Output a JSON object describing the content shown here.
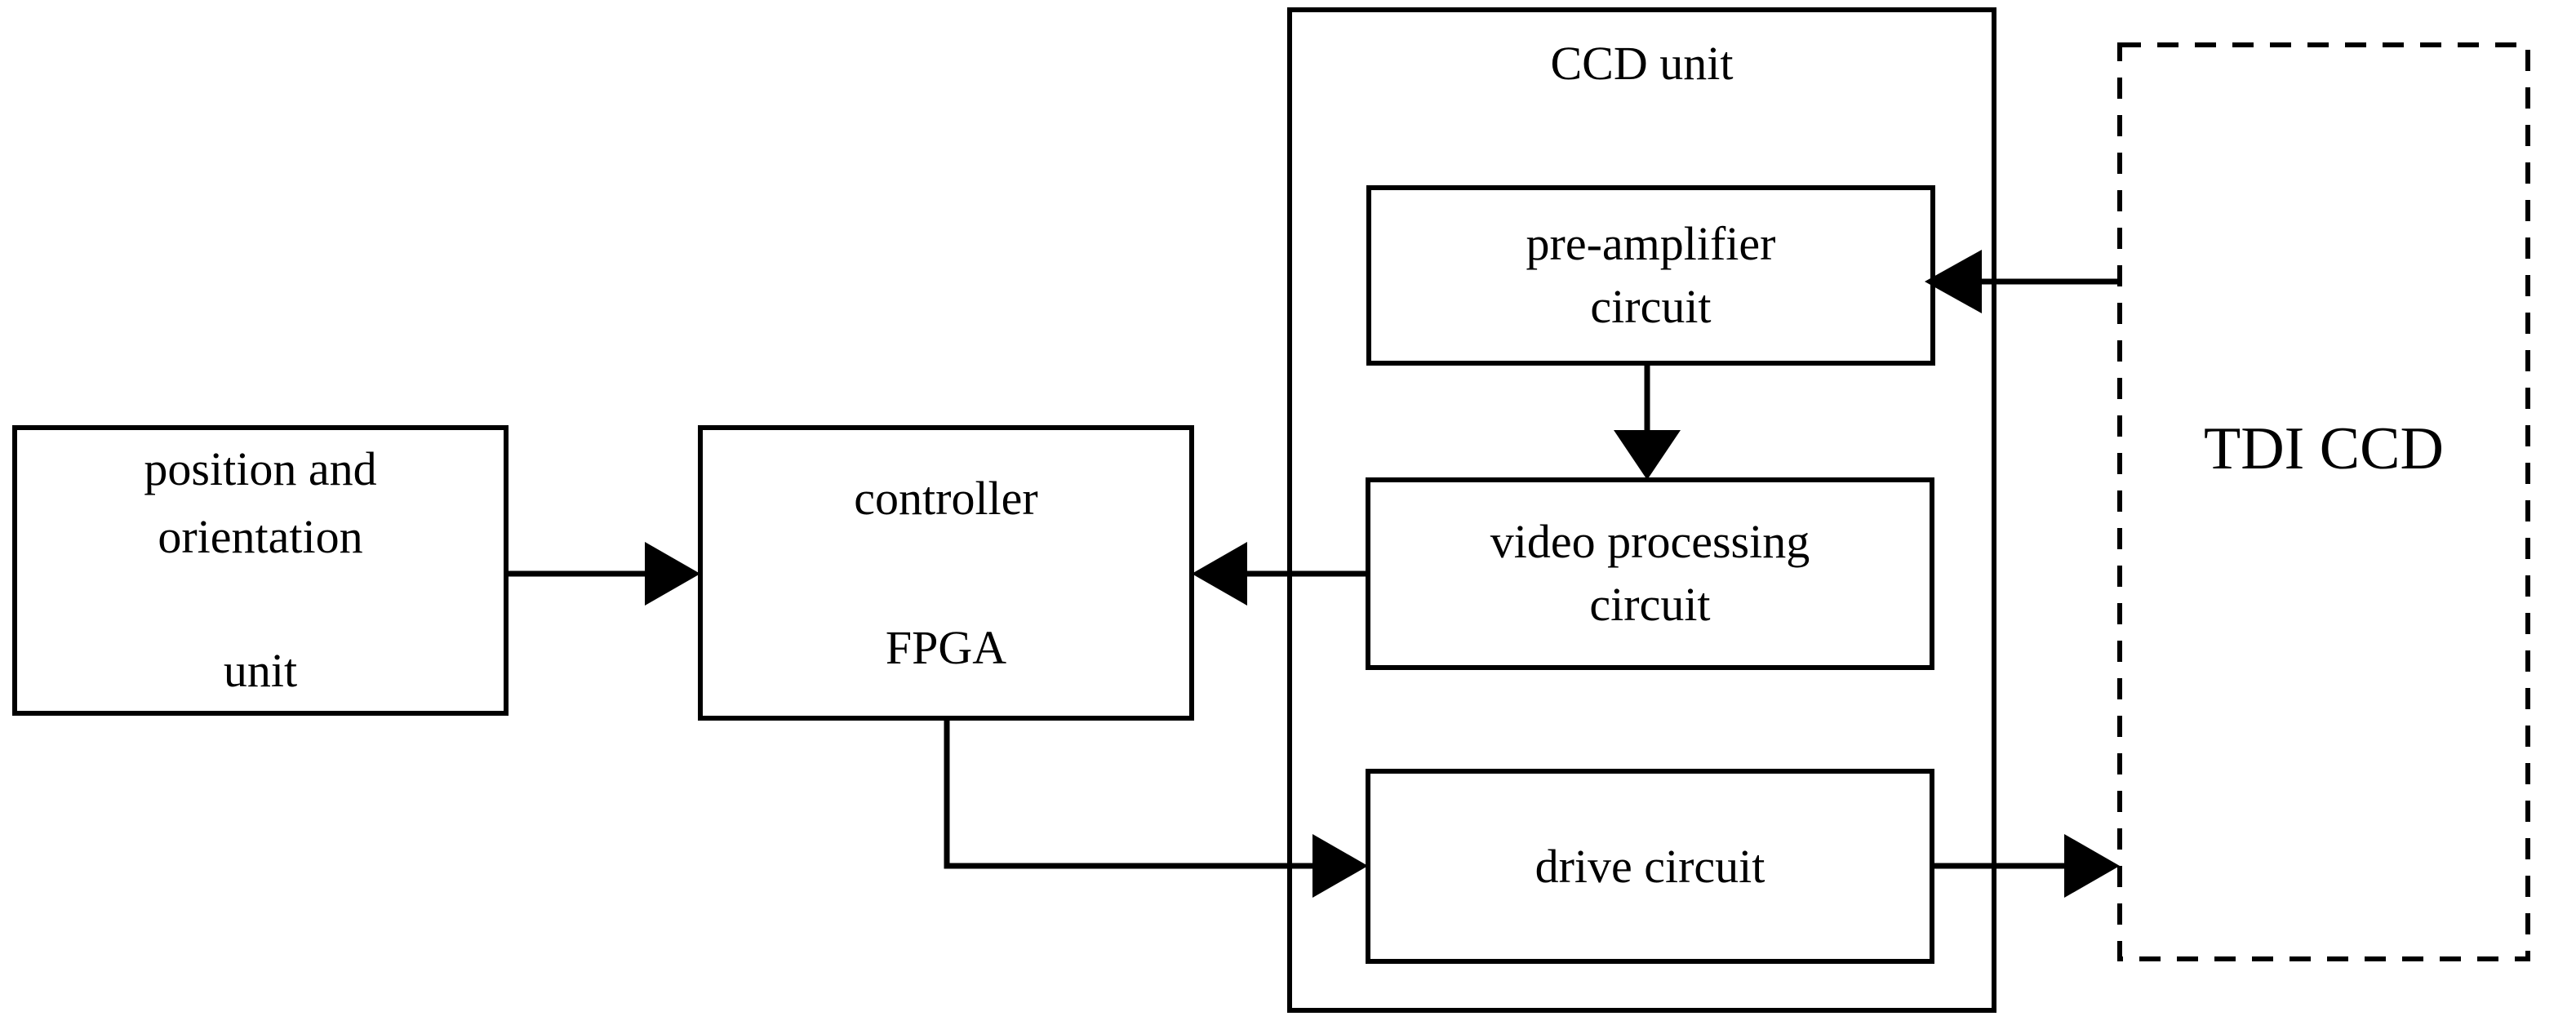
{
  "diagram": {
    "title": "TDI CCD imaging system block diagram",
    "background_color": "#ffffff",
    "stroke_color": "#000000",
    "nodes": [
      {
        "id": "position-and-orientation-unit",
        "label": "position and\norientation\n\nunit",
        "label_lines": [
          "position and",
          "orientation",
          "unit"
        ],
        "shape": "rectangle",
        "border": "solid"
      },
      {
        "id": "controller-fpga",
        "label": "controller\n\nFPGA",
        "label_lines": [
          "controller",
          "FPGA"
        ],
        "shape": "rectangle",
        "border": "solid"
      },
      {
        "id": "ccd-unit",
        "label": "CCD unit",
        "label_lines": [
          "CCD unit"
        ],
        "shape": "rectangle-container",
        "border": "solid"
      },
      {
        "id": "pre-amplifier-circuit",
        "label": "pre-amplifier\ncircuit",
        "label_lines": [
          "pre-amplifier",
          "circuit"
        ],
        "shape": "rectangle",
        "border": "solid"
      },
      {
        "id": "video-processing-circuit",
        "label": "video processing\ncircuit",
        "label_lines": [
          "video processing",
          "circuit"
        ],
        "shape": "rectangle",
        "border": "solid"
      },
      {
        "id": "drive-circuit",
        "label": "drive circuit",
        "label_lines": [
          "drive circuit"
        ],
        "shape": "rectangle",
        "border": "solid"
      },
      {
        "id": "tdi-ccd",
        "label": "TDI CCD",
        "label_lines": [
          "TDI CCD"
        ],
        "shape": "rectangle",
        "border": "dashed"
      }
    ],
    "edges": [
      {
        "from": "position-and-orientation-unit",
        "to": "controller-fpga",
        "direction": "right",
        "style": "solid-arrow"
      },
      {
        "from": "video-processing-circuit",
        "to": "controller-fpga",
        "direction": "left",
        "style": "solid-arrow"
      },
      {
        "from": "tdi-ccd",
        "to": "pre-amplifier-circuit",
        "direction": "left",
        "style": "solid-arrow"
      },
      {
        "from": "pre-amplifier-circuit",
        "to": "video-processing-circuit",
        "direction": "down",
        "style": "solid-arrow"
      },
      {
        "from": "controller-fpga",
        "to": "drive-circuit",
        "direction": "right",
        "style": "solid-arrow-elbow"
      },
      {
        "from": "drive-circuit",
        "to": "tdi-ccd",
        "direction": "right",
        "style": "solid-arrow"
      }
    ]
  },
  "labels": {
    "position_unit": "position and\norientation\n\nunit",
    "controller_fpga": "controller\n\nFPGA",
    "ccd_unit": "CCD unit",
    "pre_amplifier": "pre-amplifier\ncircuit",
    "video_processing": "video processing\ncircuit",
    "drive_circuit": "drive circuit",
    "tdi_ccd": "TDI CCD"
  }
}
